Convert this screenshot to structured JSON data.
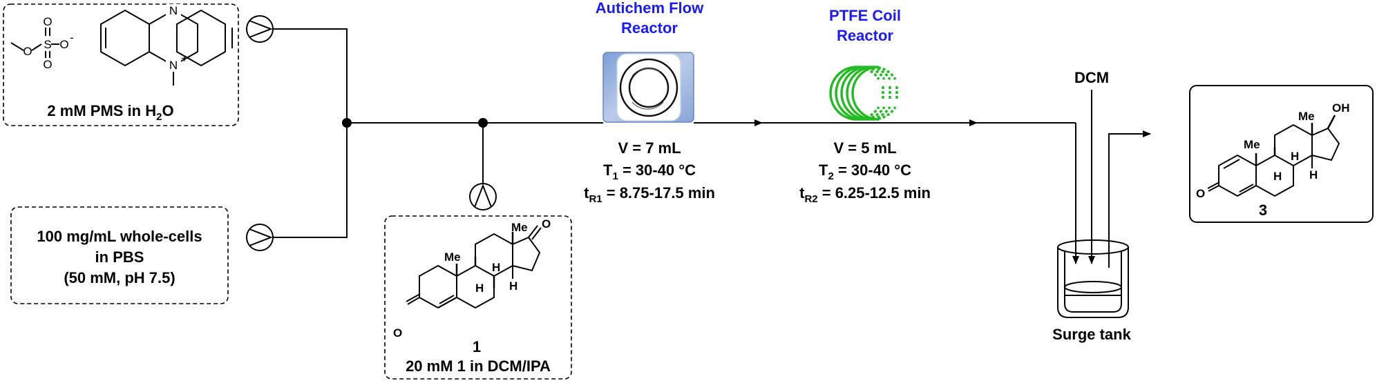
{
  "reagents": {
    "pms": {
      "label_main": "2 mM PMS in H",
      "label_sub": "2",
      "label_end": "O",
      "o_a": "O",
      "o_b": "O",
      "o_c": "O",
      "o_d": "O",
      "s": "S",
      "n_top": "N",
      "n_bottom": "N",
      "minus": "-",
      "plus": "+"
    },
    "cells": {
      "line1": "100 mg/mL whole-cells",
      "line2": "in PBS",
      "line3": "(50 mM, pH 7.5)"
    },
    "substrate": {
      "number": "1",
      "label": "20 mM 1 in DCM/IPA",
      "me_a": "Me",
      "me_b": "Me",
      "h_a": "H",
      "h_b": "H",
      "h_c": "H",
      "o_ketone": "O",
      "o_enone": "O"
    }
  },
  "reactor1": {
    "title_line1": "Autichem Flow",
    "title_line2": "Reactor",
    "volume": "V = 7 mL",
    "temp_prefix": "T",
    "temp_sub": "1",
    "temp_value": " = 30-40 °C",
    "time_prefix": "t",
    "time_sub": "R1",
    "time_value": " = 8.75-17.5 min"
  },
  "reactor2": {
    "title_line1": "PTFE Coil",
    "title_line2": "Reactor",
    "volume": "V = 5 mL",
    "temp_prefix": "T",
    "temp_sub": "2",
    "temp_value": " = 30-40 °C",
    "time_prefix": "t",
    "time_sub": "R2",
    "time_value": " = 6.25-12.5 min"
  },
  "surge": {
    "solvent": "DCM",
    "label": "Surge tank"
  },
  "product": {
    "number": "3",
    "me_a": "Me",
    "me_b": "Me",
    "oh": "OH",
    "h_a": "H",
    "h_b": "H",
    "h_c": "H",
    "o_enone": "O"
  },
  "colors": {
    "title_blue": "#1a1aff",
    "coil_green": "#22bb22",
    "reactor_blue": "#9db4dd"
  }
}
